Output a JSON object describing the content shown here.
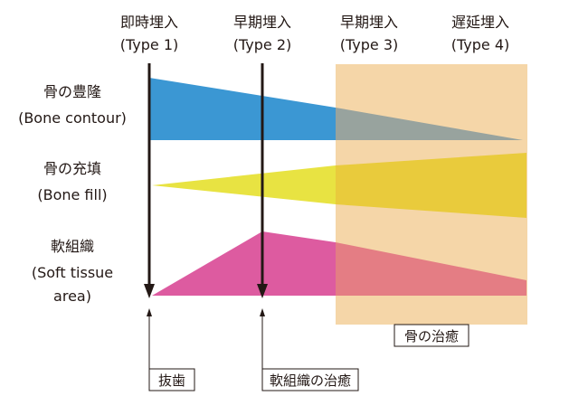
{
  "columns": [
    {
      "line1": "即時埋入",
      "line2": "(Type 1)"
    },
    {
      "line1": "早期埋入",
      "line2": "(Type 2)"
    },
    {
      "line1": "早期埋入",
      "line2": "(Type 3)"
    },
    {
      "line1": "遅延埋入",
      "line2": "(Type 4)"
    }
  ],
  "rows": [
    {
      "lines": [
        "骨の豊隆",
        "(Bone contour)"
      ],
      "color": "#3b97d3"
    },
    {
      "lines": [
        "骨の充填",
        "(Bone fill)"
      ],
      "color": "#e8e342"
    },
    {
      "lines": [
        "軟組織",
        "(Soft tissue",
        "area)"
      ],
      "color": "#dd5ba0"
    }
  ],
  "events": {
    "extraction": "抜歯",
    "soft_tissue_healing": "軟組織の治癒",
    "bone_healing": "骨の治癒"
  },
  "colors": {
    "healing_zone": "#f5d6a8",
    "contour_overlap": "#98a39e",
    "fill_overlap": "#e9cb3c",
    "soft_overlap": "#e47d84",
    "ink": "#231815"
  }
}
